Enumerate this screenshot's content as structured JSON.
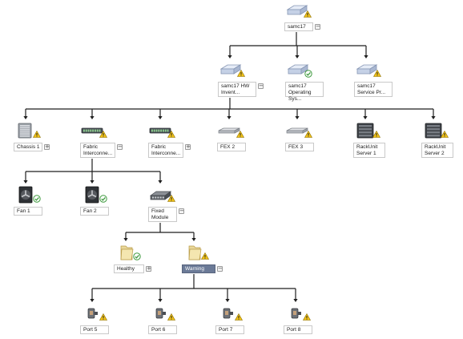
{
  "nodes": [
    {
      "id": "root",
      "label": "samc17",
      "icon": "server-blade-icon",
      "status": "warning",
      "toggle": "−"
    },
    {
      "id": "hw",
      "label": "samc17 HW Invent...",
      "icon": "server-blade-icon",
      "status": "warning",
      "toggle": "−"
    },
    {
      "id": "os",
      "label": "samc17 Operating Sys...",
      "icon": "server-blade-icon",
      "status": "healthy",
      "toggle": ""
    },
    {
      "id": "sp",
      "label": "samc17 Service Pr...",
      "icon": "server-blade-icon",
      "status": "warning",
      "toggle": ""
    },
    {
      "id": "chassis1",
      "label": "Chassis 1",
      "icon": "chassis-icon",
      "status": "warning",
      "toggle": "+"
    },
    {
      "id": "fabric1",
      "label": "Fabric Interconne...",
      "icon": "switch-icon",
      "status": "warning",
      "toggle": "−"
    },
    {
      "id": "fabric2",
      "label": "Fabric Interconne...",
      "icon": "switch-icon",
      "status": "warning",
      "toggle": "+"
    },
    {
      "id": "fex2",
      "label": "FEX 2",
      "icon": "fex-icon",
      "status": "warning",
      "toggle": ""
    },
    {
      "id": "fex3",
      "label": "FEX 3",
      "icon": "fex-icon",
      "status": "warning",
      "toggle": ""
    },
    {
      "id": "rack1",
      "label": "RackUnit Server 1",
      "icon": "rack-server-icon",
      "status": "warning",
      "toggle": ""
    },
    {
      "id": "rack2",
      "label": "RackUnit Server 2",
      "icon": "rack-server-icon",
      "status": "warning",
      "toggle": ""
    },
    {
      "id": "fan1",
      "label": "Fan 1",
      "icon": "fan-icon",
      "status": "healthy",
      "toggle": ""
    },
    {
      "id": "fan2",
      "label": "Fan 2",
      "icon": "fan-icon",
      "status": "healthy",
      "toggle": ""
    },
    {
      "id": "fixed",
      "label": "Fixed Module",
      "icon": "module-board-icon",
      "status": "warning",
      "toggle": "−"
    },
    {
      "id": "healthy",
      "label": "Healthy",
      "icon": "folder-icon",
      "status": "healthy",
      "toggle": "+"
    },
    {
      "id": "warningfolder",
      "label": "Warning",
      "icon": "folder-icon",
      "status": "warning",
      "toggle": "−",
      "selected": true
    },
    {
      "id": "port5",
      "label": "Port 5",
      "icon": "port-icon",
      "status": "warning",
      "toggle": ""
    },
    {
      "id": "port6",
      "label": "Port 6",
      "icon": "port-icon",
      "status": "warning",
      "toggle": ""
    },
    {
      "id": "port7",
      "label": "Port 7",
      "icon": "port-icon",
      "status": "warning",
      "toggle": ""
    },
    {
      "id": "port8",
      "label": "Port 8",
      "icon": "port-icon",
      "status": "warning",
      "toggle": ""
    }
  ],
  "edges": [
    [
      "root",
      "hw"
    ],
    [
      "root",
      "os"
    ],
    [
      "root",
      "sp"
    ],
    [
      "hw",
      "chassis1"
    ],
    [
      "hw",
      "fabric1"
    ],
    [
      "hw",
      "fabric2"
    ],
    [
      "hw",
      "fex2"
    ],
    [
      "hw",
      "fex3"
    ],
    [
      "hw",
      "rack1"
    ],
    [
      "hw",
      "rack2"
    ],
    [
      "fabric1",
      "fan1"
    ],
    [
      "fabric1",
      "fan2"
    ],
    [
      "fabric1",
      "fixed"
    ],
    [
      "fixed",
      "healthy"
    ],
    [
      "fixed",
      "warningfolder"
    ],
    [
      "warningfolder",
      "port5"
    ],
    [
      "warningfolder",
      "port6"
    ],
    [
      "warningfolder",
      "port7"
    ],
    [
      "warningfolder",
      "port8"
    ]
  ],
  "colors": {
    "edge": "#1e1e1e",
    "warning": "#f2c318",
    "healthy": "#3f9a3f",
    "selected": "#6b7a97"
  }
}
